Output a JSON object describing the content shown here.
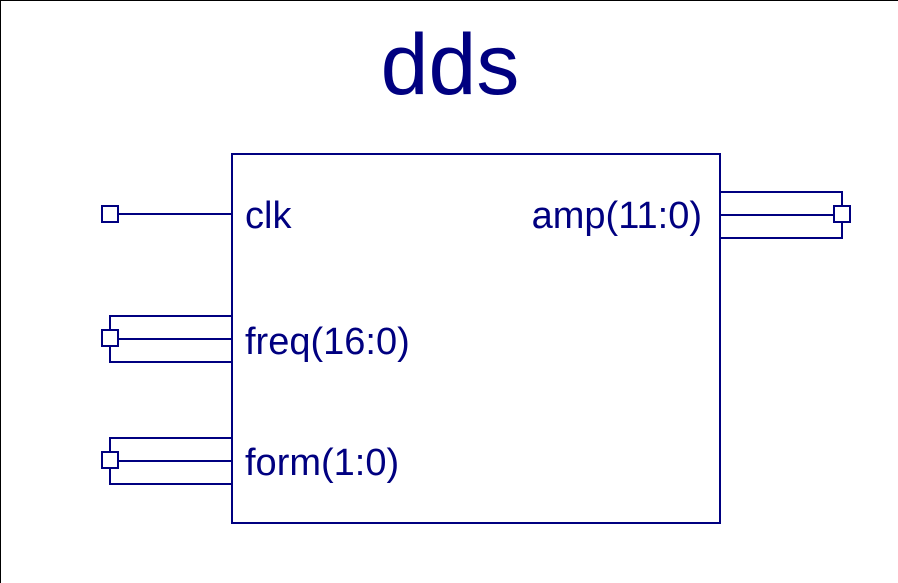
{
  "diagram": {
    "title": "dds",
    "type": "rtl-entity-block-symbol",
    "colors": {
      "line": "#000080",
      "text": "#000080",
      "background": "#ffffff",
      "frame": "#000000"
    }
  },
  "entity": {
    "name": "dds",
    "ports": {
      "inputs": [
        {
          "id": "clk",
          "label": "clk",
          "direction": "input",
          "width": 1,
          "kind": "scalar",
          "connector": "pin"
        },
        {
          "id": "freq",
          "label": "freq(16:0)",
          "direction": "input",
          "width": 17,
          "msb": 16,
          "lsb": 0,
          "kind": "bus",
          "connector": "bus"
        },
        {
          "id": "form",
          "label": "form(1:0)",
          "direction": "input",
          "width": 2,
          "msb": 1,
          "lsb": 0,
          "kind": "bus",
          "connector": "bus"
        }
      ],
      "outputs": [
        {
          "id": "amp",
          "label": "amp(11:0)",
          "direction": "output",
          "width": 12,
          "msb": 11,
          "lsb": 0,
          "kind": "bus",
          "connector": "bus"
        }
      ]
    }
  }
}
